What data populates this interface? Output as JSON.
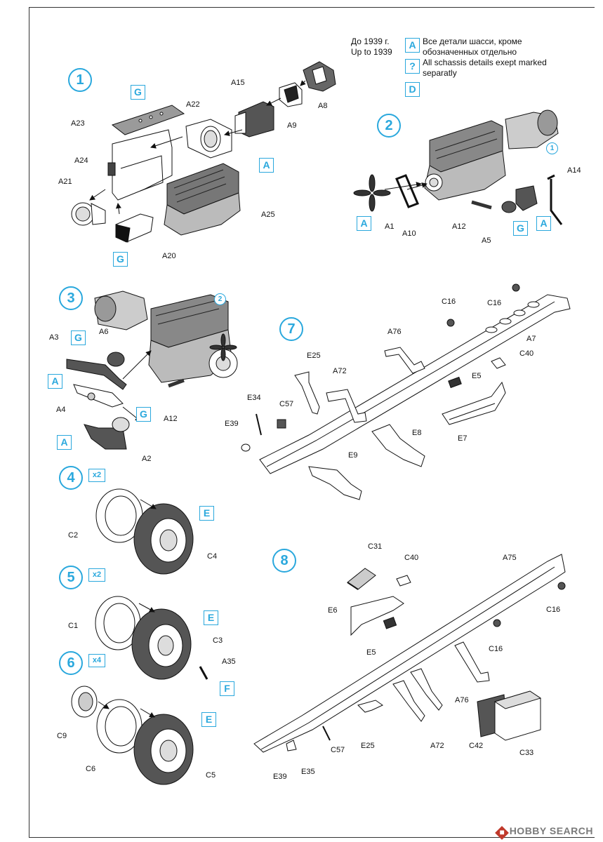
{
  "legend": {
    "period_ru": "До 1939 г.",
    "period_en": "Up to 1939",
    "items": [
      {
        "mark": "A",
        "text_lines": [
          "Все детали шасси, кроме",
          "обозначенных отдельно"
        ]
      },
      {
        "mark": "?",
        "text_lines": [
          "All schassis details exept marked",
          "separatly"
        ]
      },
      {
        "mark": "D",
        "text_lines": []
      }
    ]
  },
  "steps": [
    {
      "id": "1",
      "label": "1"
    },
    {
      "id": "2",
      "label": "2"
    },
    {
      "id": "3",
      "label": "3"
    },
    {
      "id": "4",
      "label": "4",
      "multiplier": "x2"
    },
    {
      "id": "5",
      "label": "5",
      "multiplier": "x2"
    },
    {
      "id": "6",
      "label": "6",
      "multiplier": "x4"
    },
    {
      "id": "7",
      "label": "7"
    },
    {
      "id": "8",
      "label": "8"
    }
  ],
  "sub_refs": {
    "ref1": "1",
    "ref2": "2"
  },
  "parts": {
    "A15": "A15",
    "A8": "A8",
    "A9": "A9",
    "A22": "A22",
    "A23": "A23",
    "A24": "A24",
    "A21": "A21",
    "A25": "A25",
    "A20": "A20",
    "A14": "A14",
    "A1": "A1",
    "A10": "A10",
    "A12": "A12",
    "A5": "A5",
    "A3": "A3",
    "A6": "A6",
    "A4": "A4",
    "A2": "A2",
    "A12b": "A12",
    "C16a": "C16",
    "C16b": "C16",
    "A76": "A76",
    "A7": "A7",
    "C40": "C40",
    "E25": "E25",
    "A72": "A72",
    "E5": "E5",
    "E34": "E34",
    "C57": "C57",
    "E39": "E39",
    "E8": "E8",
    "E7": "E7",
    "E9": "E9",
    "C2": "C2",
    "C4": "C4",
    "C1": "C1",
    "C3": "C3",
    "A35": "A35",
    "C9": "C9",
    "C6": "C6",
    "C5": "C5",
    "C31": "C31",
    "C40b": "C40",
    "A75": "A75",
    "C16c": "C16",
    "E6": "E6",
    "C16d": "C16",
    "E5b": "E5",
    "A76b": "A76",
    "E25b": "E25",
    "A72b": "A72",
    "C42": "C42",
    "C33": "C33",
    "C57b": "C57",
    "E39b": "E39",
    "E35": "E35"
  },
  "marks": {
    "s1_G_top": "G",
    "s1_A": "A",
    "s1_G_bottom": "G",
    "s2_A_left": "A",
    "s2_G": "G",
    "s2_A_right": "A",
    "s3_G_top": "G",
    "s3_A_top": "A",
    "s3_G_bottom": "G",
    "s3_A_bottom": "A",
    "s4_E": "E",
    "s5_E": "E",
    "s5_F": "F",
    "s6_E": "E"
  },
  "watermark": "HOBBY SEARCH"
}
